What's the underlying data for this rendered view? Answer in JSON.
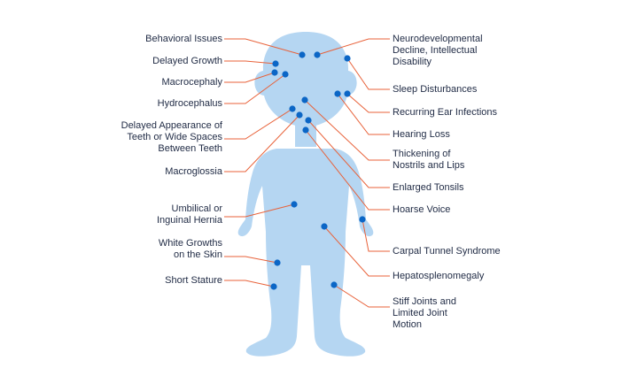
{
  "colors": {
    "body": "#b5d6f2",
    "dot": "#0b66c6",
    "leader": "#e8623a",
    "text": "#1f2a44"
  },
  "left_labels": [
    "Behavioral Issues",
    "Delayed Growth",
    "Macrocephaly",
    "Hydrocephalus",
    "Delayed Appearance of\nTeeth or Wide Spaces\nBetween Teeth",
    "Macroglossia",
    "Umbilical or\nInguinal Hernia",
    "White Growths\non the Skin",
    "Short Stature"
  ],
  "right_labels": [
    "Neurodevelopmental\nDecline, Intellectual\nDisability",
    "Sleep Disturbances",
    "Recurring Ear Infections",
    "Hearing Loss",
    "Thickening of\nNostrils and Lips",
    "Enlarged Tonsils",
    "Hoarse Voice",
    "Carpal Tunnel Syndrome",
    "Hepatosplenomegaly",
    "Stiff Joints and\nLimited Joint\nMotion"
  ]
}
